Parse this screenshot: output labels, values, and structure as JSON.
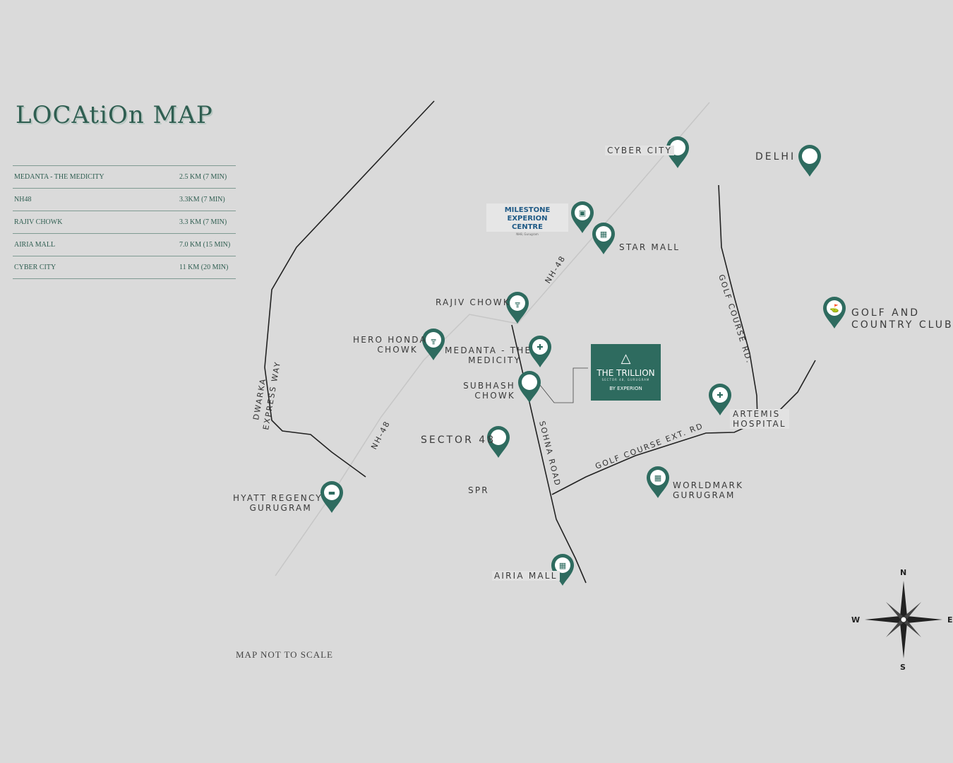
{
  "title": "LOCAtiOn MAP",
  "distances": [
    {
      "place": "MEDANTA - THE MEDICITY",
      "value": "2.5 KM (7 MIN)"
    },
    {
      "place": "NH48",
      "value": "3.3KM (7 MIN)"
    },
    {
      "place": "RAJIV CHOWK",
      "value": "3.3 KM (7 MIN)"
    },
    {
      "place": "AIRIA MALL",
      "value": "7.0 KM (15 MIN)"
    },
    {
      "place": "CYBER CITY",
      "value": "11 KM (20 MIN)"
    }
  ],
  "labels": {
    "cyber_city": "CYBER CITY",
    "delhi": "DELHI",
    "star_mall": "STAR MALL",
    "rajiv_chowk": "RAJIV CHOWK",
    "hero_honda_1": "HERO HONDA",
    "hero_honda_2": "CHOWK",
    "medanta_1": "MEDANTA - THE",
    "medanta_2": "MEDICITY",
    "subhash_1": "SUBHASH",
    "subhash_2": "CHOWK",
    "sector48": "SECTOR 48",
    "spr": "SPR",
    "golf_1": "GOLF AND",
    "golf_2": "COUNTRY CLUB",
    "artemis_1": "ARTEMIS",
    "artemis_2": "HOSPITAL",
    "worldmark_1": "WORLDMARK",
    "worldmark_2": "GURUGRAM",
    "hyatt_1": "HYATT REGENCY",
    "hyatt_2": "GURUGRAM",
    "airia": "AIRIA MALL"
  },
  "roads": {
    "nh48_north": "NH-48",
    "nh48_south": "NH-48",
    "dwarka_1": "DWARKA",
    "dwarka_2": "EXPRESS WAY",
    "golf_course_rd": "GOLF COURSE RD.",
    "sohna_road": "SOHNA ROAD",
    "golf_course_ext": "GOLF COURSE EXT. RD"
  },
  "milestone": {
    "line1": "MILESTONE EXPERION",
    "line2": "CENTRE",
    "line3": "NH8, Gurugram"
  },
  "project": {
    "name": "THE TRILLION",
    "location": "SECTOR 48, GURUGRAM",
    "developer": "BY EXPERION"
  },
  "compass": {
    "n": "N",
    "s": "S",
    "e": "E",
    "w": "W"
  },
  "note": "MAP NOT TO SCALE",
  "colors": {
    "accent": "#2e6b5f",
    "background": "#dadada"
  },
  "pins": [
    {
      "id": "cyber-city",
      "icon": "none"
    },
    {
      "id": "delhi",
      "icon": "none"
    },
    {
      "id": "milestone",
      "icon": "building-icon"
    },
    {
      "id": "star-mall",
      "icon": "mall-icon"
    },
    {
      "id": "rajiv-chowk",
      "icon": "intersection-icon"
    },
    {
      "id": "hero-honda",
      "icon": "intersection-icon"
    },
    {
      "id": "medanta",
      "icon": "hospital-cross-icon"
    },
    {
      "id": "subhash-chowk",
      "icon": "none"
    },
    {
      "id": "sector-48",
      "icon": "none"
    },
    {
      "id": "artemis",
      "icon": "hospital-cross-icon"
    },
    {
      "id": "golf-club",
      "icon": "golf-icon"
    },
    {
      "id": "worldmark",
      "icon": "mall-icon"
    },
    {
      "id": "hyatt",
      "icon": "bed-icon"
    },
    {
      "id": "airia-mall",
      "icon": "mall-icon"
    }
  ]
}
